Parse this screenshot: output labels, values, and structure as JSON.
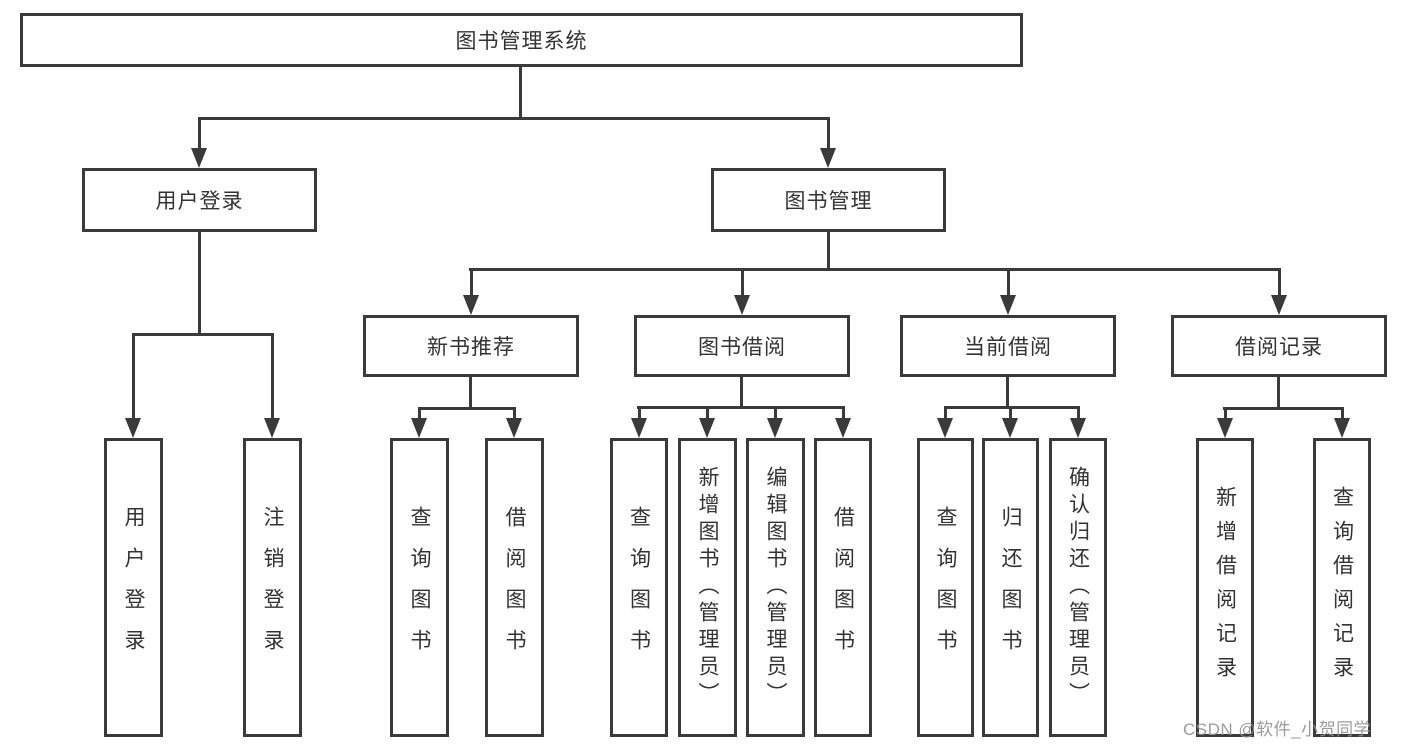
{
  "diagram": {
    "root": {
      "label": "图书管理系统"
    },
    "branches": [
      {
        "label": "用户登录",
        "children": [
          {
            "label": "用户登录"
          },
          {
            "label": "注销登录"
          }
        ]
      },
      {
        "label": "图书管理",
        "children": [
          {
            "label": "新书推荐",
            "children": [
              {
                "label": "查询图书"
              },
              {
                "label": "借阅图书"
              }
            ]
          },
          {
            "label": "图书借阅",
            "children": [
              {
                "label": "查询图书"
              },
              {
                "label": "新增图书（管理员）"
              },
              {
                "label": "编辑图书（管理员）"
              },
              {
                "label": "借阅图书"
              }
            ]
          },
          {
            "label": "当前借阅",
            "children": [
              {
                "label": "查询图书"
              },
              {
                "label": "归还图书"
              },
              {
                "label": "确认归还（管理员）"
              }
            ]
          },
          {
            "label": "借阅记录",
            "children": [
              {
                "label": "新增借阅记录"
              },
              {
                "label": "查询借阅记录"
              }
            ]
          }
        ]
      }
    ],
    "colors": {
      "line": "#3a3a3a",
      "text": "#333333",
      "background": "#ffffff",
      "watermark": "#949494"
    }
  },
  "watermark": {
    "text": "CSDN @软件_小贺同学"
  }
}
